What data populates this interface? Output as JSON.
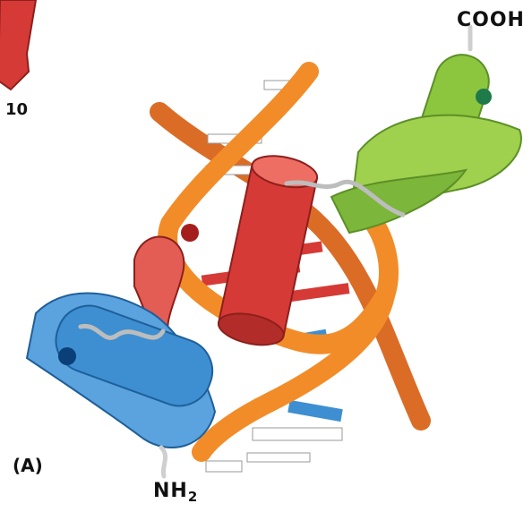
{
  "figure": {
    "labels": {
      "cooh": "COOH",
      "nh2_main": "NH",
      "nh2_sub": "2",
      "panel": "(A)",
      "number": "10"
    },
    "colors": {
      "dna_backbone": "#f28c28",
      "dna_backbone_dark": "#d9641a",
      "red_domain": "#d63a36",
      "green_domain": "#8cc63f",
      "blue_domain": "#3d8fd1",
      "base_pairs": "#ffffff",
      "linker": "#d9d9d9"
    },
    "icons": [
      "red-arrow-icon"
    ]
  }
}
